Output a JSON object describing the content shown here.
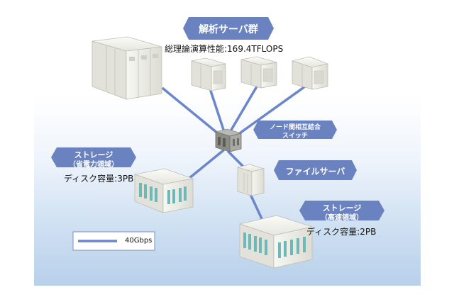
{
  "labels": {
    "analysis_title": "解析サーバ群",
    "analysis_perf": "総理論演算性能:169.4TFLOPS",
    "switch_line1": "ノード間相互結合",
    "switch_line2": "スイッチ",
    "file_server": "ファイルサーバ",
    "storage_eco_line1": "ストレージ",
    "storage_eco_line2": "（省電力領域）",
    "storage_eco_capacity": "ディスク容量:3PB",
    "storage_fast_line1": "ストレージ",
    "storage_fast_line2": "（高速領域）",
    "storage_fast_capacity": "ディスク容量:2PB",
    "legend_speed": "40Gbps"
  },
  "colors": {
    "label_badge": "#6a82c0",
    "link": "#6b86c9",
    "server_body": "#ebebe6",
    "storage_accent": "#6fb8b8"
  }
}
